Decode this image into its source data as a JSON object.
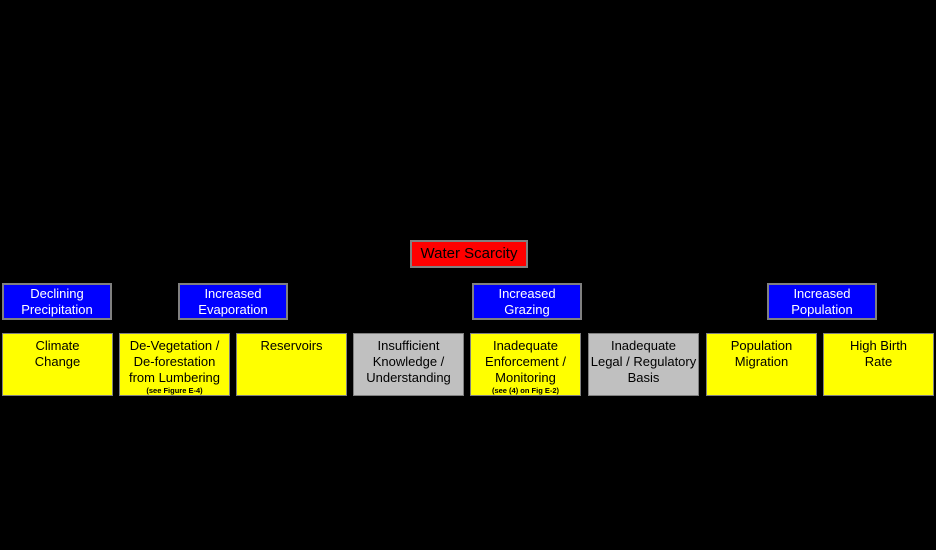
{
  "diagram": {
    "type": "cause-tree",
    "background_color": "#000000",
    "colors": {
      "problem_fill": "#ff0000",
      "level1_fill": "#0000ff",
      "level1_text": "#ffffff",
      "leaf_yellow_fill": "#ffff00",
      "leaf_gray_fill": "#c0c0c0",
      "leaf_text": "#000000",
      "border": "#808080"
    },
    "root": {
      "label": "Water Scarcity"
    },
    "level1": [
      {
        "label": "Declining\nPrecipitation"
      },
      {
        "label": "Increased\nEvaporation"
      },
      {
        "label": "Increased\nGrazing"
      },
      {
        "label": "Increased\nPopulation"
      }
    ],
    "level2": [
      {
        "label": "Climate\nChange",
        "color": "yellow"
      },
      {
        "label": "De-Vegetation /\nDe-forestation\nfrom Lumbering",
        "note": "(see Figure E-4)",
        "color": "yellow"
      },
      {
        "label": "Reservoirs",
        "color": "yellow"
      },
      {
        "label": "Insufficient\nKnowledge /\nUnderstanding",
        "color": "gray"
      },
      {
        "label": "Inadequate\nEnforcement /\nMonitoring",
        "note": "(see (4) on Fig E-2)",
        "color": "yellow"
      },
      {
        "label": "Inadequate\nLegal / Regulatory\nBasis",
        "color": "gray"
      },
      {
        "label": "Population\nMigration",
        "color": "yellow"
      },
      {
        "label": "High Birth\nRate",
        "color": "yellow"
      }
    ]
  }
}
